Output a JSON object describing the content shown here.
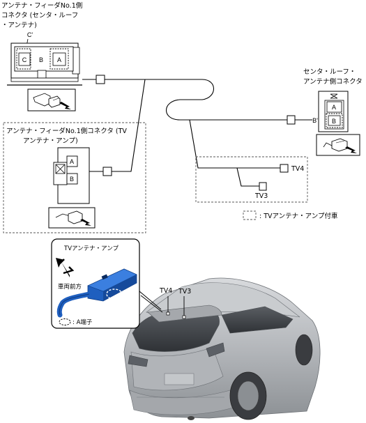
{
  "labels": {
    "feeder_no1_center_roof": [
      "アンテナ・フィーダNo.1側",
      "コネクタ (センタ・ルーフ",
      "・アンテナ)"
    ],
    "feeder_no1_tv_amp": [
      "アンテナ・フィーダNo.1側コネクタ (TV",
      "アンテナ・アンプ)"
    ],
    "center_roof_antenna_side": [
      "センタ・ルーフ・",
      "アンテナ側コネクタ"
    ],
    "legend": ": TVアンテナ・アンプ付車",
    "amp_title": "TVアンテナ・アンプ",
    "vehicle_front": "車両前方",
    "a_terminal": ": A端子"
  },
  "pins": {
    "c_prime": "C'",
    "b_prime": "B'",
    "c": "C",
    "b": "B",
    "a": "A"
  },
  "terminals": {
    "tv4": "TV4",
    "tv3": "TV3"
  },
  "icons": [
    "connector-plug-icon",
    "front-arrow-icon",
    "vehicle-illustration"
  ],
  "colors": {
    "amplifier_blue": "#1f5fbf",
    "car_gray": "#b9bcc0"
  }
}
